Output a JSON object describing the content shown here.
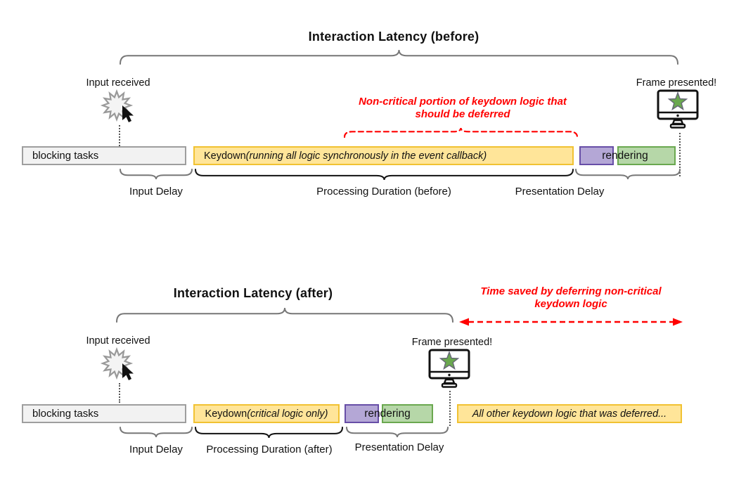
{
  "colors": {
    "bar-yellow-fill": "#FFE599",
    "bar-yellow-border": "#F1C232",
    "bar-purple-fill": "#B4A7D6",
    "bar-purple-border": "#674EA7",
    "bar-green-fill": "#B6D7A8",
    "bar-green-border": "#6AA84F",
    "bar-gray-fill": "#F2F2F2",
    "bar-gray-border": "#9E9E9E",
    "annotation-red": "#FF0000",
    "brace-gray": "#777777",
    "brace-black": "#111111",
    "star-green": "#6AA84F"
  },
  "icons": {
    "input": "starburst-cursor-icon",
    "frame": "monitor-with-star-icon"
  },
  "before": {
    "title": "Interaction Latency (before)",
    "labels": {
      "input_received": "Input received",
      "frame_presented": "Frame presented!"
    },
    "annotation": "Non-critical portion of keydown logic that should be deferred",
    "bars": {
      "blocking": "blocking tasks",
      "keydown_prefix": "Keydown ",
      "keydown_italic": "(running all logic synchronously in the event callback)",
      "rendering": "rendering"
    },
    "braces": {
      "input_delay": "Input Delay",
      "processing": "Processing Duration (before)",
      "presentation": "Presentation Delay"
    }
  },
  "after": {
    "title": "Interaction Latency (after)",
    "labels": {
      "input_received": "Input received",
      "frame_presented": "Frame presented!"
    },
    "annotation": "Time saved by deferring non-critical keydown logic",
    "bars": {
      "blocking": "blocking tasks",
      "keydown_prefix": "Keydown ",
      "keydown_italic": "(critical logic only)",
      "rendering": "rendering",
      "deferred": "All other keydown logic that was deferred..."
    },
    "braces": {
      "input_delay": "Input Delay",
      "processing": "Processing Duration (after)",
      "presentation": "Presentation Delay"
    }
  }
}
